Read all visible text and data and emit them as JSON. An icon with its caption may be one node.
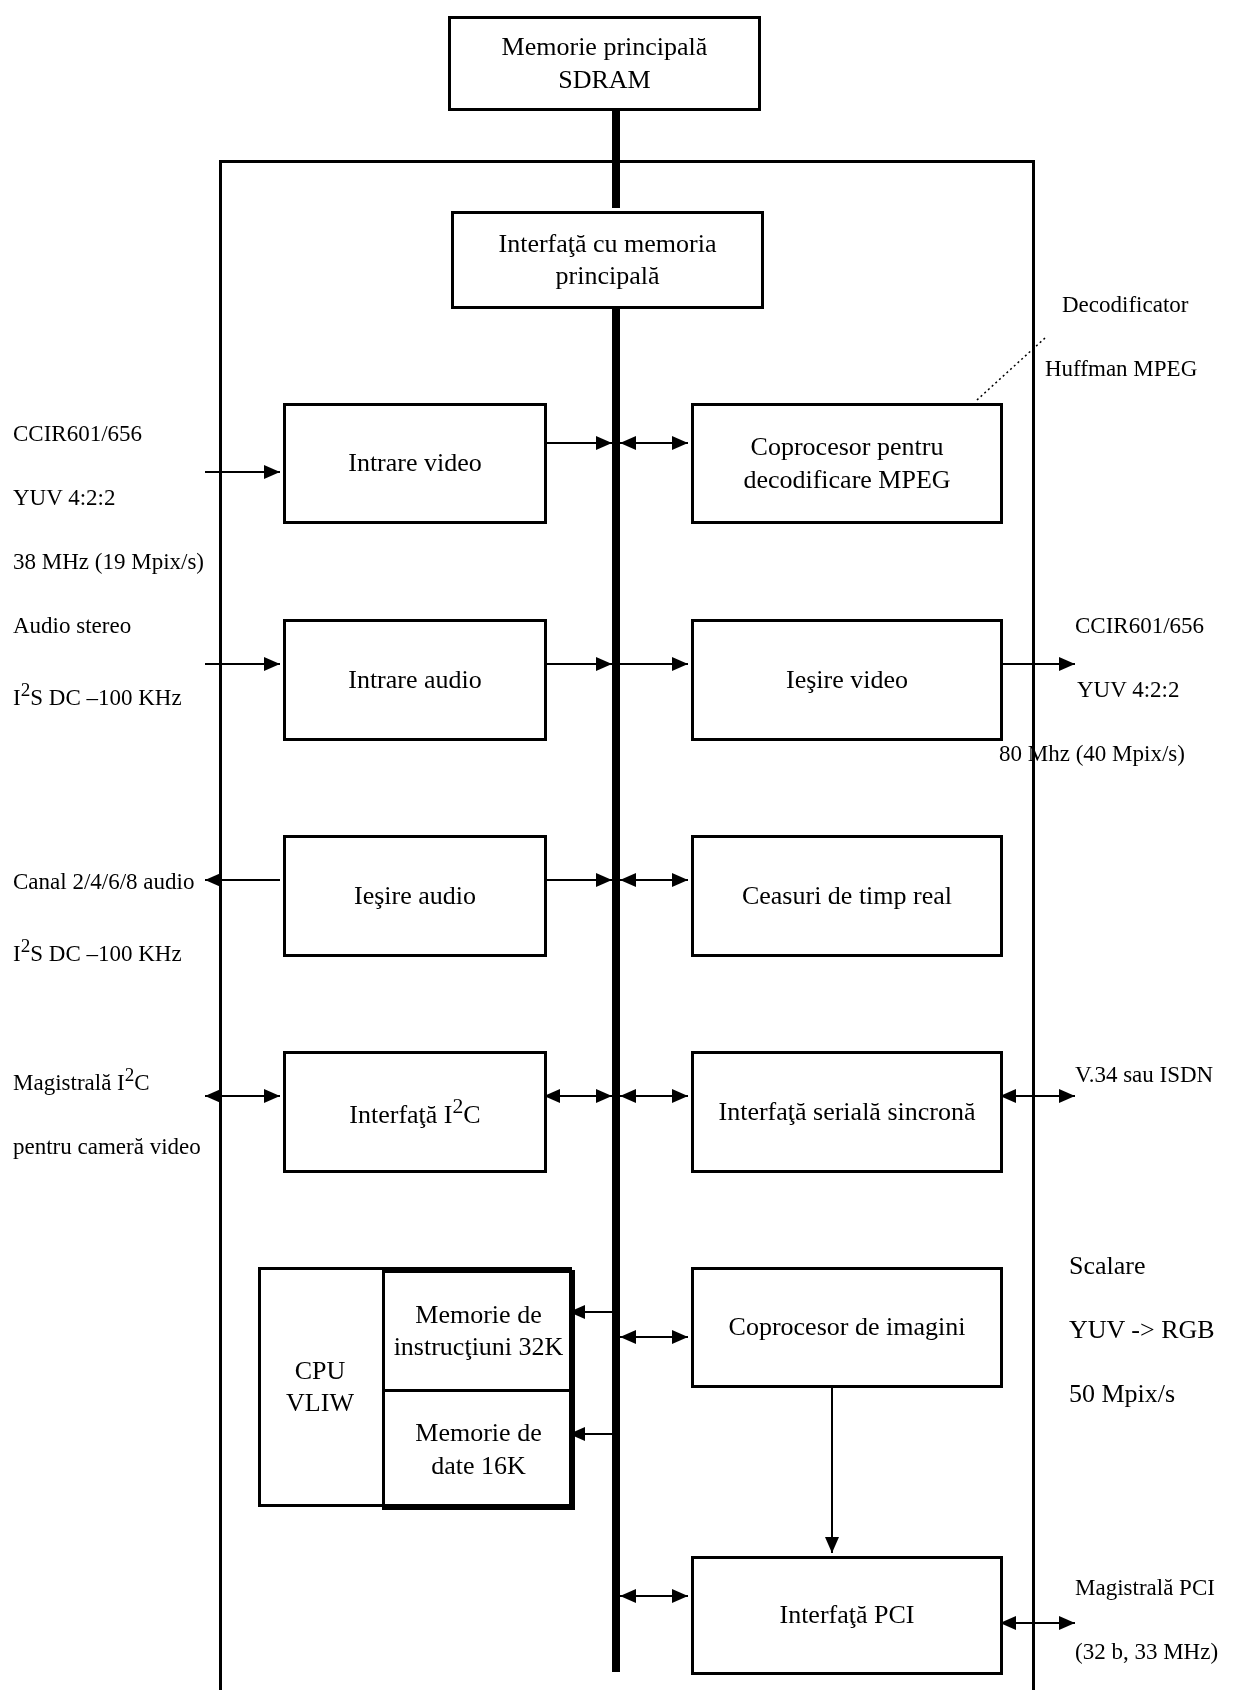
{
  "diagram": {
    "nodes": [
      {
        "text": [
          "Memorie principală SDRAM"
        ]
      },
      {
        "text": [],
        "shape": "box"
      },
      {
        "text": [
          "Interfaţă cu memoria principală"
        ],
        "in": 1
      },
      {
        "text": [],
        "shape": "bar",
        "in": 1
      },
      {
        "text": [
          "Intrare video"
        ],
        "in": 1
      },
      {
        "text": [
          "Coprocesor pentru decodificare MPEG"
        ],
        "in": 1
      },
      {
        "text": [
          "Intrare audio"
        ],
        "in": 1
      },
      {
        "text": [
          "Ieşire video"
        ],
        "in": 1
      },
      {
        "text": [
          "Ieşire audio"
        ],
        "in": 1
      },
      {
        "text": [
          "Ceasuri de timp real"
        ],
        "in": 1
      },
      {
        "text": [
          "Interfaţă I$^{2}$C"
        ],
        "in": 1
      },
      {
        "text": [
          "Interfaţă serială sincronă"
        ],
        "in": 1
      },
      {
        "text": [
          "CPU VLIW"
        ],
        "in": 1
      },
      {
        "text": [
          "Memorie de instrucţiuni 32K"
        ],
        "in": 12
      },
      {
        "text": [
          "Memorie de date 16K"
        ],
        "in": 12
      },
      {
        "text": [
          "Coprocesor de imagini"
        ],
        "in": 1
      },
      {
        "text": [
          "Interfaţă PCI"
        ],
        "in": 1
      },
      {
        "text": [
          "CCIR601/656",
          "YUV 4:2:2",
          "38 MHz (19 Mpix/s)"
        ]
      },
      {
        "text": [
          "Audio stereo",
          "I$^{2}$S DC –100 KHz"
        ]
      },
      {
        "text": [
          "Canal 2/4/6/8 audio",
          "I$^{2}$S DC –100 KHz"
        ]
      },
      {
        "text": [
          "Magistrală I$^{2}$C",
          "pentru cameră video"
        ]
      },
      {
        "text": [
          "CCIR601/656",
          "YUV 4:2:2",
          "80 Mhz (40 Mpix/s)"
        ]
      },
      {
        "text": [
          "V.34 sau ISDN"
        ]
      },
      {
        "text": [
          "Magistrală PCI",
          "(32 b, 33 MHz)"
        ]
      },
      {
        "text": [
          "Decodificator",
          "Huffman MPEG"
        ]
      }
    ],
    "edges": [
      {
        "from": 0,
        "to": 2,
        "arrow": "none",
        "style": "thick"
      },
      {
        "from": 2,
        "to": 3,
        "arrow": "none",
        "style": "thick"
      },
      {
        "from": 4,
        "to": 3,
        "arrow": "to"
      },
      {
        "from": 3,
        "to": 5,
        "arrow": "both"
      },
      {
        "from": 6,
        "to": 3,
        "arrow": "to"
      },
      {
        "from": 3,
        "to": 7,
        "arrow": "to"
      },
      {
        "from": 8,
        "to": 3,
        "arrow": "to"
      },
      {
        "from": 3,
        "to": 9,
        "arrow": "both"
      },
      {
        "from": 10,
        "to": 3,
        "arrow": "both"
      },
      {
        "from": 3,
        "to": 11,
        "arrow": "both"
      },
      {
        "from": 3,
        "to": 13,
        "arrow": "to"
      },
      {
        "from": 3,
        "to": 14,
        "arrow": "to"
      },
      {
        "from": 3,
        "to": 15,
        "arrow": "both"
      },
      {
        "from": 15,
        "to": 16,
        "arrow": "to"
      },
      {
        "from": 3,
        "to": 16,
        "arrow": "both"
      },
      {
        "from": 17,
        "to": 4,
        "arrow": "to"
      },
      {
        "from": 18,
        "to": 6,
        "arrow": "to"
      },
      {
        "from": 8,
        "to": 19,
        "arrow": "to"
      },
      {
        "from": 20,
        "to": 10,
        "arrow": "both"
      },
      {
        "from": 7,
        "to": 21,
        "arrow": "to"
      },
      {
        "from": 11,
        "to": 22,
        "arrow": "both"
      },
      {
        "from": 16,
        "to": 23,
        "arrow": "both"
      },
      {
        "from": 24,
        "to": 5,
        "arrow": "none",
        "style": "dashed"
      }
    ],
    "labels": [
      "Scalare",
      "YUV -> RGB",
      "50 Mpix/s"
    ]
  }
}
